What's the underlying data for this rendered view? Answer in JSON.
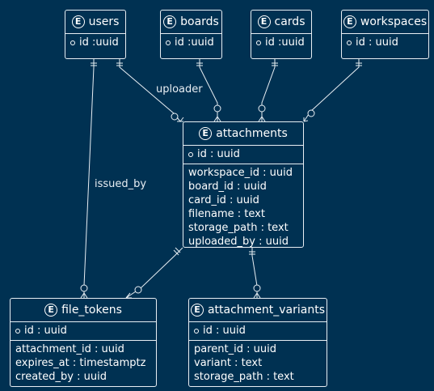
{
  "entities": {
    "users": {
      "badge": "E",
      "name": "users",
      "pk": "id :uuid",
      "fields": []
    },
    "boards": {
      "badge": "E",
      "name": "boards",
      "pk": "id :uuid",
      "fields": []
    },
    "cards": {
      "badge": "E",
      "name": "cards",
      "pk": "id :uuid",
      "fields": []
    },
    "workspaces": {
      "badge": "E",
      "name": "workspaces",
      "pk": "id : uuid",
      "fields": []
    },
    "attachments": {
      "badge": "E",
      "name": "attachments",
      "pk": "id : uuid",
      "fields": [
        "workspace_id : uuid",
        "board_id : uuid",
        "card_id : uuid",
        "filename : text",
        "storage_path : text",
        "uploaded_by : uuid"
      ]
    },
    "file_tokens": {
      "badge": "E",
      "name": "file_tokens",
      "pk": "id : uuid",
      "fields": [
        "attachment_id : uuid",
        "expires_at : timestamptz",
        "created_by : uuid"
      ]
    },
    "attachment_variants": {
      "badge": "E",
      "name": "attachment_variants",
      "pk": "id : uuid",
      "fields": [
        "parent_id : uuid",
        "variant : text",
        "storage_path : text"
      ]
    }
  },
  "relations": [
    {
      "from": "users",
      "to": "attachments",
      "label": "uploader"
    },
    {
      "from": "users",
      "to": "file_tokens",
      "label": "issued_by"
    },
    {
      "from": "boards",
      "to": "attachments",
      "label": ""
    },
    {
      "from": "cards",
      "to": "attachments",
      "label": ""
    },
    {
      "from": "workspaces",
      "to": "attachments",
      "label": ""
    },
    {
      "from": "attachments",
      "to": "file_tokens",
      "label": ""
    },
    {
      "from": "attachments",
      "to": "attachment_variants",
      "label": ""
    }
  ],
  "colors": {
    "background": "#003152",
    "line": "#e8eef3",
    "text": "#ffffff"
  }
}
